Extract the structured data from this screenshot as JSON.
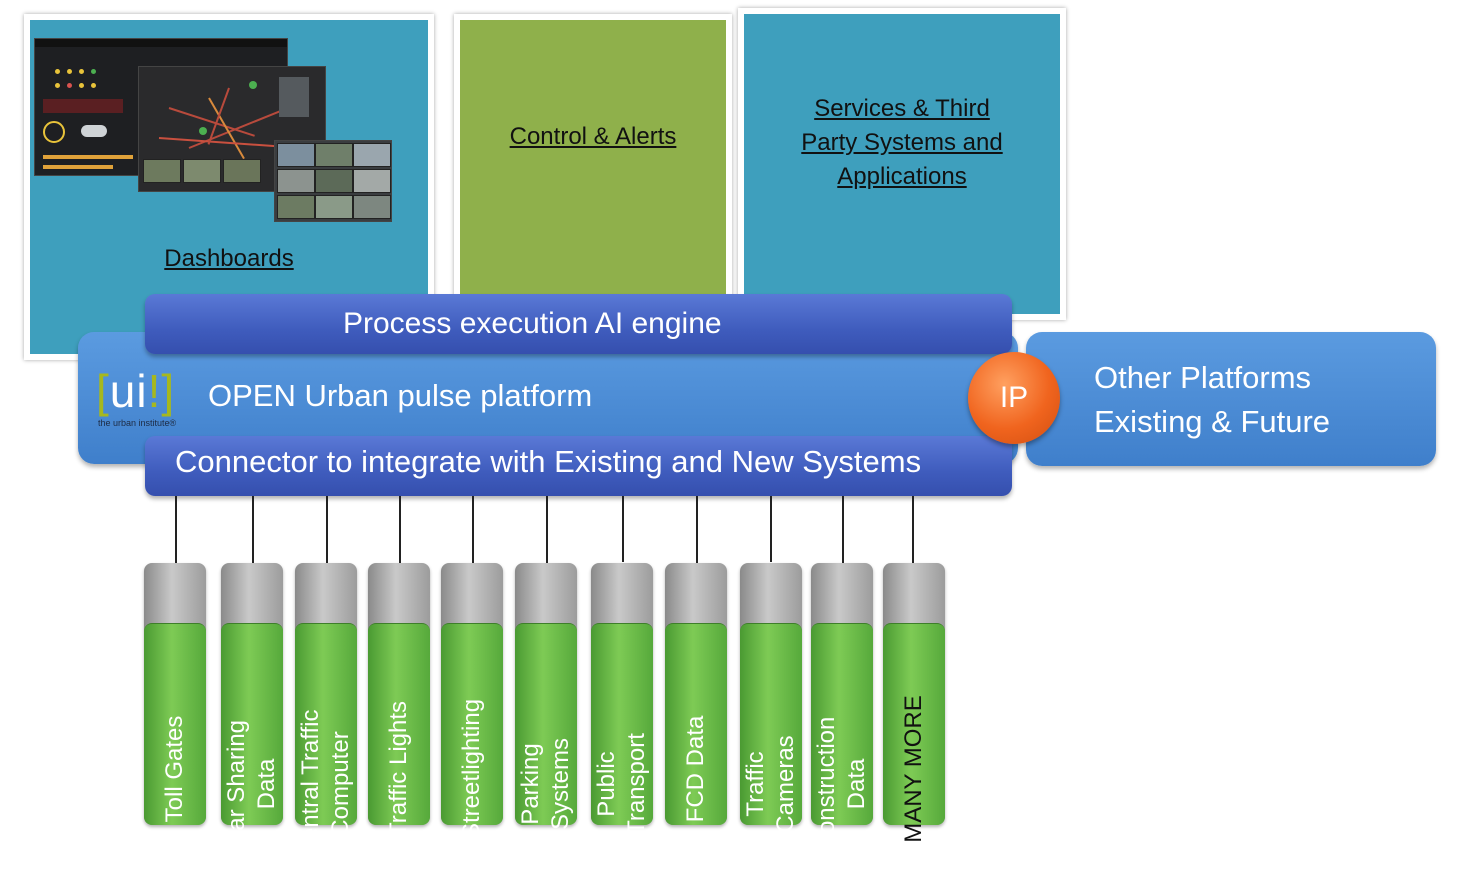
{
  "apps": {
    "dashboards": "Dashboards",
    "control": "Control & Alerts",
    "services": [
      "Services & Third",
      "Party Systems and",
      "Applications"
    ]
  },
  "platform": {
    "engine": "Process execution AI engine",
    "logo": "[ui!]",
    "logo_sub": "the urban institute®",
    "name": "OPEN Urban pulse platform",
    "connector": "Connector to integrate with Existing and New Systems",
    "ip": "IP"
  },
  "other_platforms": [
    "Other Platforms",
    "Existing & Future"
  ],
  "systems": [
    "Toll Gates",
    "Car Sharing\nData",
    "Central Traffic\nComputer",
    "Traffic Lights",
    "Streetlighting",
    "Parking\nSystems",
    "Public\nTransport",
    "FCD Data",
    "Traffic\nCameras",
    "Construction\nData",
    "MANY MORE"
  ],
  "colors": {
    "teal": "#3e9fbd",
    "green": "#8fb04b",
    "platform_blue": "#4a8ad6",
    "bar_blue": "#4563c4",
    "ip_orange": "#f0641e",
    "logo_green": "#a6b81e"
  }
}
